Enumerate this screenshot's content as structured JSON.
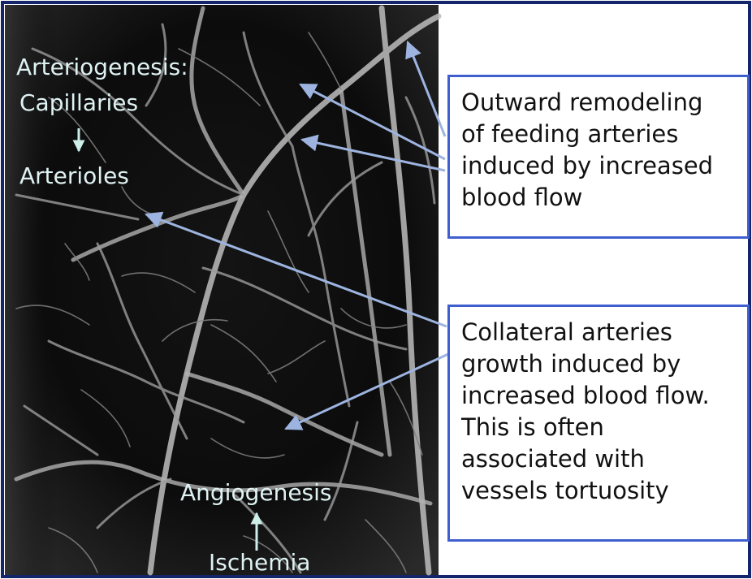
{
  "image_labels": {
    "arteriogenesis": "Arteriogenesis:",
    "capillaries": "Capillaries",
    "arterioles": "Arterioles",
    "angiogenesis": "Angiogenesis",
    "ischemia": "Ischemia"
  },
  "callouts": {
    "outward_remodeling": {
      "lines": [
        "Outward remodeling",
        "of feeding arteries",
        "induced by increased",
        "blood flow"
      ]
    },
    "collateral_growth": {
      "lines": [
        "Collateral arteries",
        "growth induced by",
        "increased blood flow.",
        "This is often",
        "associated with",
        "vessels tortuosity"
      ]
    }
  },
  "colors": {
    "callout_border": "#3f5fcf",
    "arrow": "#9db4e0",
    "label_text": "#dff2f3",
    "image_background": "#0a0a0a",
    "vessel": "#c9c9c9"
  }
}
